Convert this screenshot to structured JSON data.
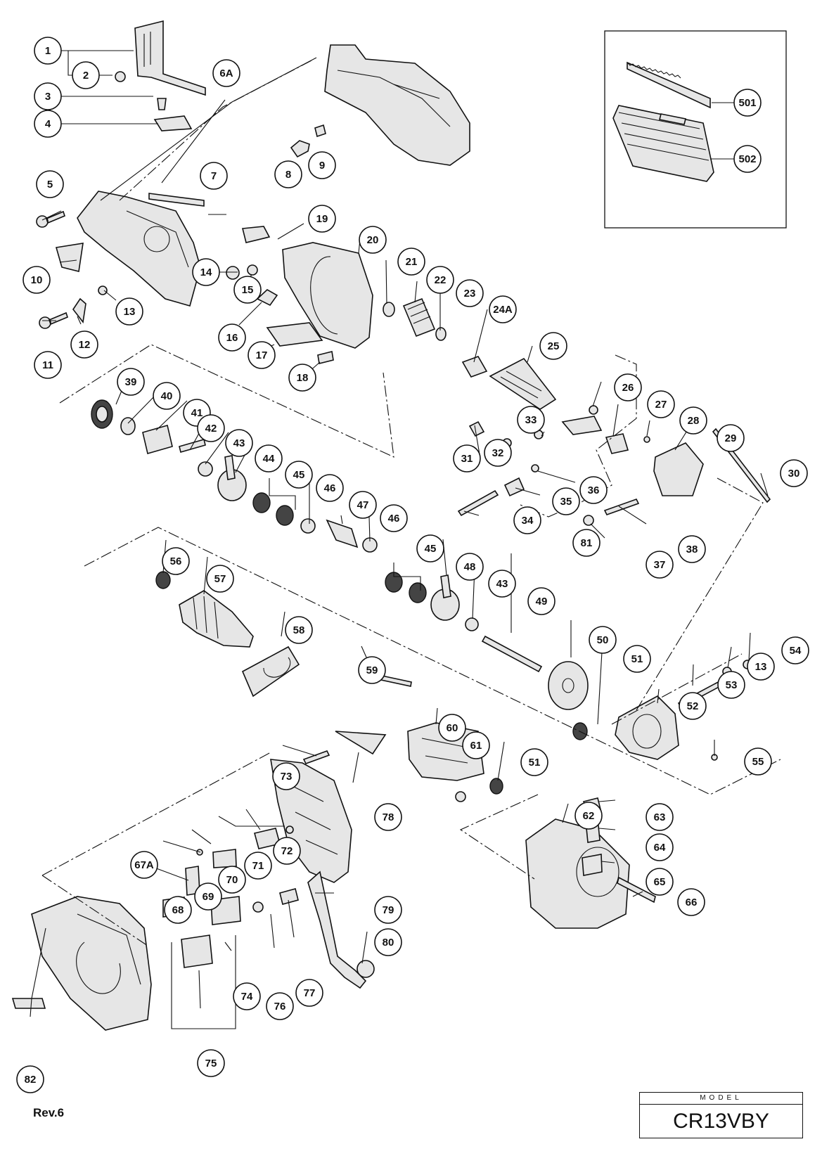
{
  "callouts": {
    "c1": "1",
    "c2": "2",
    "c3": "3",
    "c4": "4",
    "c5": "5",
    "c6a": "6A",
    "c7": "7",
    "c8": "8",
    "c9": "9",
    "c10": "10",
    "c11": "11",
    "c12": "12",
    "c13a": "13",
    "c13b": "13",
    "c14": "14",
    "c15": "15",
    "c16": "16",
    "c17": "17",
    "c18": "18",
    "c19": "19",
    "c20": "20",
    "c21": "21",
    "c22": "22",
    "c23": "23",
    "c24a": "24A",
    "c25": "25",
    "c26": "26",
    "c27": "27",
    "c28": "28",
    "c29": "29",
    "c30": "30",
    "c31": "31",
    "c32": "32",
    "c33": "33",
    "c34": "34",
    "c35": "35",
    "c36": "36",
    "c37": "37",
    "c38": "38",
    "c39": "39",
    "c40": "40",
    "c41": "41",
    "c42": "42",
    "c43a": "43",
    "c43b": "43",
    "c44": "44",
    "c45a": "45",
    "c45b": "45",
    "c46a": "46",
    "c46b": "46",
    "c47": "47",
    "c48": "48",
    "c49": "49",
    "c50": "50",
    "c51a": "51",
    "c51b": "51",
    "c52": "52",
    "c53": "53",
    "c54": "54",
    "c55": "55",
    "c56": "56",
    "c57": "57",
    "c58": "58",
    "c59": "59",
    "c60": "60",
    "c61": "61",
    "c62": "62",
    "c63": "63",
    "c64": "64",
    "c65": "65",
    "c66": "66",
    "c67a": "67A",
    "c68": "68",
    "c69": "69",
    "c70": "70",
    "c71": "71",
    "c72": "72",
    "c73": "73",
    "c74": "74",
    "c75": "75",
    "c76": "76",
    "c77": "77",
    "c78": "78",
    "c79": "79",
    "c80": "80",
    "c81": "81",
    "c82": "82",
    "c501": "501",
    "c502": "502"
  },
  "footer": {
    "revision": "Rev.6",
    "model_label": "MODEL",
    "model_number": "CR13VBY"
  }
}
